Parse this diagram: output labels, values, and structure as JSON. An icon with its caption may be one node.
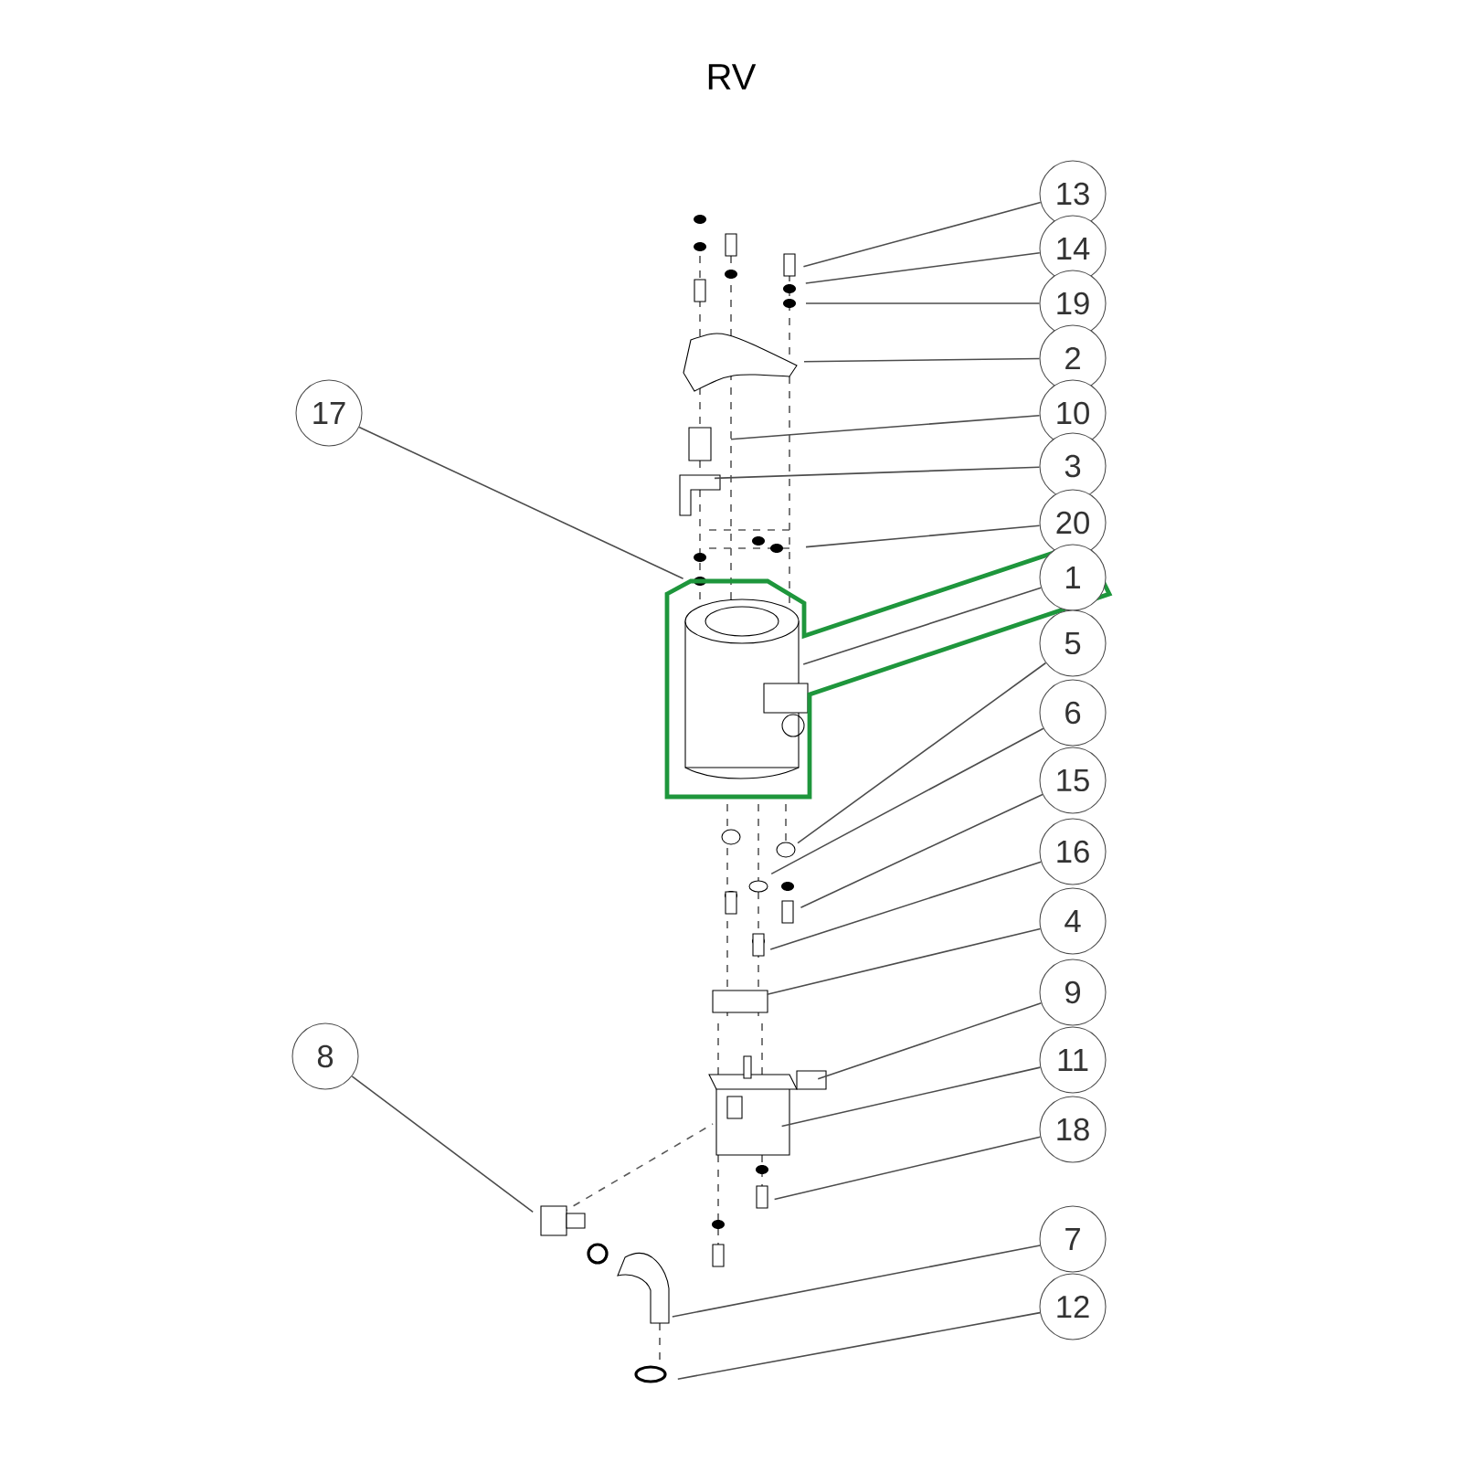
{
  "diagram": {
    "title": "RV",
    "nodes": [
      {
        "text": [
          "13"
        ]
      },
      {
        "text": [
          "14"
        ]
      },
      {
        "text": [
          "19"
        ]
      },
      {
        "text": [
          "2"
        ]
      },
      {
        "text": [
          "10"
        ]
      },
      {
        "text": [
          "17"
        ]
      },
      {
        "text": [
          "3"
        ]
      },
      {
        "text": [
          "20"
        ]
      },
      {
        "text": [
          "1"
        ]
      },
      {
        "text": [
          "5"
        ]
      },
      {
        "text": [
          "6"
        ]
      },
      {
        "text": [
          "15"
        ]
      },
      {
        "text": [
          "16"
        ]
      },
      {
        "text": [
          "4"
        ]
      },
      {
        "text": [
          "9"
        ]
      },
      {
        "text": [
          "8"
        ]
      },
      {
        "text": [
          "11"
        ]
      },
      {
        "text": [
          "18"
        ]
      },
      {
        "text": [
          "7"
        ]
      },
      {
        "text": [
          "12"
        ]
      }
    ],
    "edges": [
      {
        "from": 0,
        "to": null,
        "arrow": "none"
      },
      {
        "from": 1,
        "to": null,
        "arrow": "none"
      },
      {
        "from": 2,
        "to": null,
        "arrow": "none"
      },
      {
        "from": 3,
        "to": null,
        "arrow": "none"
      },
      {
        "from": 4,
        "to": null,
        "arrow": "none"
      },
      {
        "from": 5,
        "to": null,
        "arrow": "none"
      },
      {
        "from": 6,
        "to": null,
        "arrow": "none"
      },
      {
        "from": 7,
        "to": null,
        "arrow": "none"
      },
      {
        "from": 8,
        "to": null,
        "arrow": "none"
      },
      {
        "from": 9,
        "to": null,
        "arrow": "none"
      },
      {
        "from": 10,
        "to": null,
        "arrow": "none"
      },
      {
        "from": 11,
        "to": null,
        "arrow": "none"
      },
      {
        "from": 12,
        "to": null,
        "arrow": "none"
      },
      {
        "from": 13,
        "to": null,
        "arrow": "none"
      },
      {
        "from": 14,
        "to": null,
        "arrow": "none"
      },
      {
        "from": 15,
        "to": null,
        "arrow": "none"
      },
      {
        "from": 16,
        "to": null,
        "arrow": "none"
      },
      {
        "from": 17,
        "to": null,
        "arrow": "none"
      },
      {
        "from": 18,
        "to": null,
        "arrow": "none"
      },
      {
        "from": 19,
        "to": null,
        "arrow": "none"
      }
    ]
  }
}
